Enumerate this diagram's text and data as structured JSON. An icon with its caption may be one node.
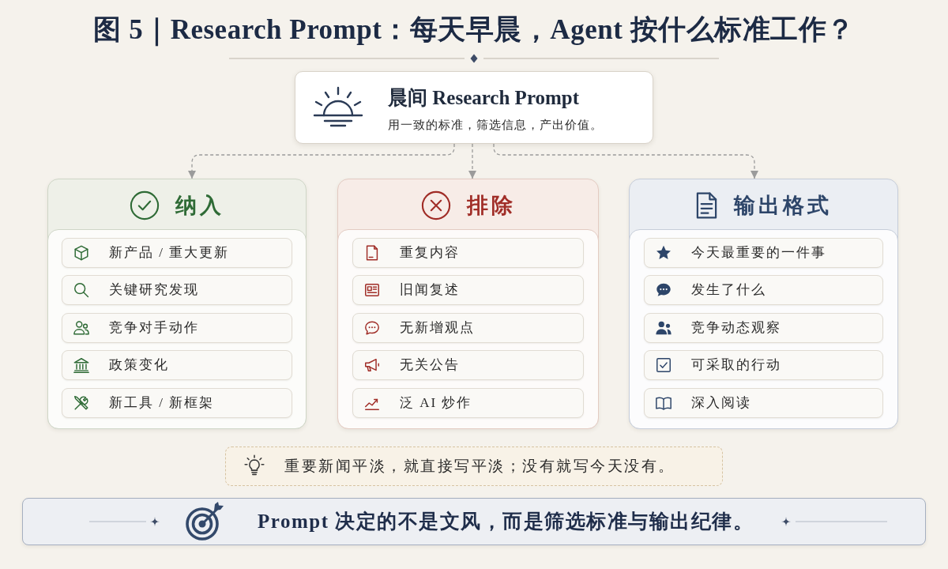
{
  "diagram": {
    "title": "图 5｜Research Prompt：每天早晨，Agent 按什么标准工作？",
    "nodes": [
      {
        "text": [
          "晨间 Research Prompt",
          "用一致的标准，筛选信息，产出价值。"
        ]
      },
      {
        "text": [
          "纳入"
        ]
      },
      {
        "text": [
          "新产品 / 重大更新"
        ],
        "in": 1
      },
      {
        "text": [
          "关键研究发现"
        ],
        "in": 1
      },
      {
        "text": [
          "竞争对手动作"
        ],
        "in": 1
      },
      {
        "text": [
          "政策变化"
        ],
        "in": 1
      },
      {
        "text": [
          "新工具 / 新框架"
        ],
        "in": 1
      },
      {
        "text": [
          "排除"
        ]
      },
      {
        "text": [
          "重复内容"
        ],
        "in": 7
      },
      {
        "text": [
          "旧闻复述"
        ],
        "in": 7
      },
      {
        "text": [
          "无新增观点"
        ],
        "in": 7
      },
      {
        "text": [
          "无关公告"
        ],
        "in": 7
      },
      {
        "text": [
          "泛 AI 炒作"
        ],
        "in": 7
      },
      {
        "text": [
          "输出格式"
        ]
      },
      {
        "text": [
          "今天最重要的一件事"
        ],
        "in": 13
      },
      {
        "text": [
          "发生了什么"
        ],
        "in": 13
      },
      {
        "text": [
          "竞争动态观察"
        ],
        "in": 13
      },
      {
        "text": [
          "可采取的行动"
        ],
        "in": 13
      },
      {
        "text": [
          "深入阅读"
        ],
        "in": 13
      },
      {
        "text": [
          "重要新闻平淡，就直接写平淡；没有就写今天没有。"
        ]
      },
      {
        "text": [
          "Prompt 决定的不是文风，而是筛选标准与输出纪律。"
        ]
      }
    ],
    "edges": [
      {
        "from": 0,
        "to": 1,
        "arrow": "to",
        "style": "dashed"
      },
      {
        "from": 0,
        "to": 7,
        "arrow": "to",
        "style": "dashed"
      },
      {
        "from": 0,
        "to": 13,
        "arrow": "to",
        "style": "dashed"
      }
    ]
  }
}
